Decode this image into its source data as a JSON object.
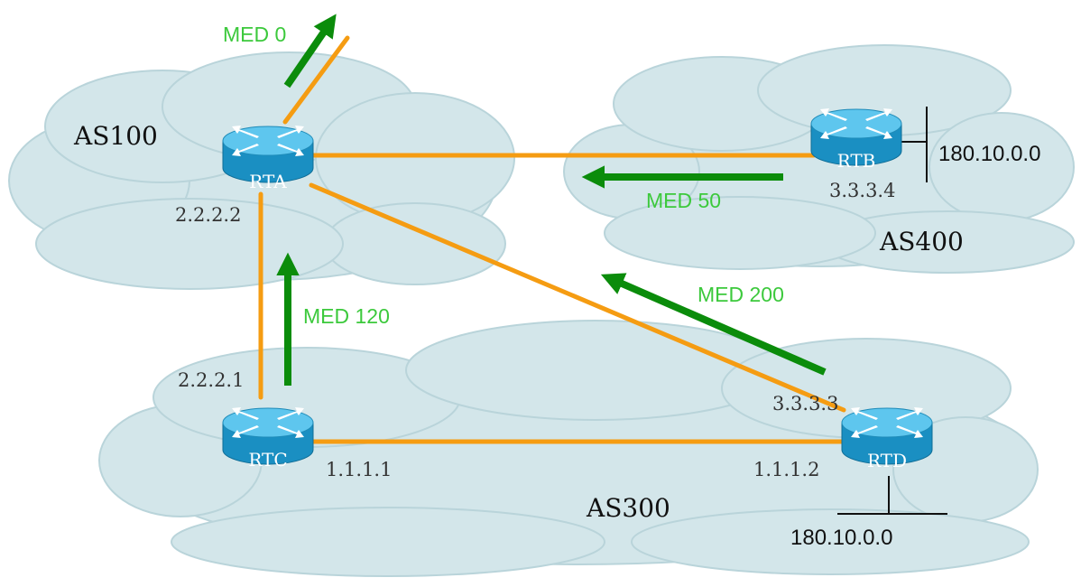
{
  "colors": {
    "cloud": "#d3e6ea",
    "cloud_edge": "#b9d4da",
    "link": "#f59c12",
    "arrow": "#0b8c0b",
    "med_text": "#3cc93c",
    "router_body": "#1a8fc2",
    "router_top": "#5ec6ee"
  },
  "autonomous_systems": {
    "as100": "AS100",
    "as400": "AS400",
    "as300": "AS300"
  },
  "routers": {
    "rta": "RTA",
    "rtb": "RTB",
    "rtc": "RTC",
    "rtd": "RTD"
  },
  "interfaces": {
    "rta_ip": "2.2.2.2",
    "rtc_up_ip": "2.2.2.1",
    "rtc_right_ip": "1.1.1.1",
    "rtd_left_ip": "1.1.1.2",
    "rtd_up_ip": "3.3.3.3",
    "rtb_ip": "3.3.3.4"
  },
  "networks": {
    "rtb_net": "180.10.0.0",
    "rtd_net": "180.10.0.0"
  },
  "med": {
    "med_out": "MED 0",
    "med_rtb": "MED 50",
    "med_rtd": "MED 200",
    "med_rtc": "MED 120"
  }
}
